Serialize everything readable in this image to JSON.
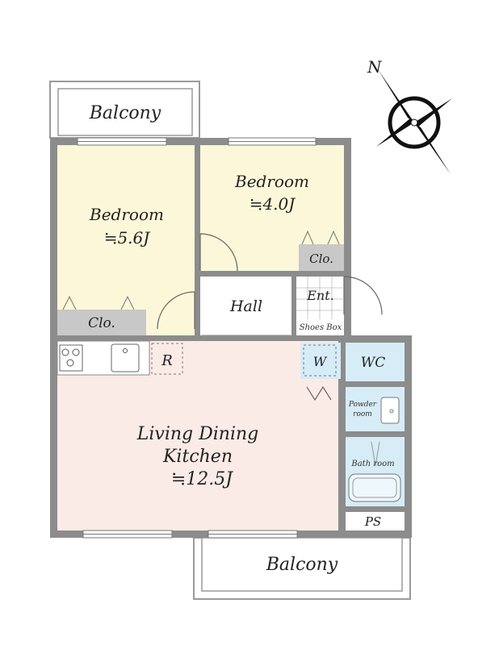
{
  "compass": {
    "north_label": "N"
  },
  "balconies": {
    "top": "Balcony",
    "bottom": "Balcony"
  },
  "rooms": {
    "bedroom_left": {
      "name": "Bedroom",
      "size": "≒5.6J"
    },
    "bedroom_right": {
      "name": "Bedroom",
      "size": "≒4.0J"
    },
    "ldk": {
      "line1": "Living Dining",
      "line2": "Kitchen",
      "size": "≒12.5J"
    },
    "hall": "Hall",
    "entrance": "Ent.",
    "shoes_box": "Shoes Box",
    "closet_left": "Clo.",
    "closet_right": "Clo.",
    "refrigerator": "R",
    "washer": "W",
    "wc": "WC",
    "powder_room": [
      "Powder",
      "room"
    ],
    "bath_room": "Bath room",
    "ps": "PS"
  },
  "colors": {
    "wall": "#8c8c8c",
    "bedroom_fill": "#fbf7d8",
    "ldk_fill": "#fbebe6",
    "wet_fill": "#d6ecf7",
    "closet_fill": "#c8c8c8",
    "hall_fill": "#ffffff"
  }
}
